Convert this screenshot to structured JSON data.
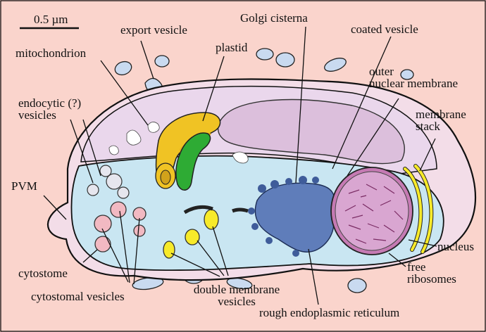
{
  "scale_bar": "0.5 µm",
  "labels": {
    "export_vesicle": "export vesicle",
    "golgi_cisterna": "Golgi cisterna",
    "coated_vesicle": "coated vesicle",
    "mitochondrion": "mitochondrion",
    "plastid": "plastid",
    "outer_nuclear_membrane": [
      "outer",
      "nuclear membrane"
    ],
    "endocytic_vesicles": [
      "endocytic (?)",
      "vesicles"
    ],
    "membrane_stack": [
      "membrane",
      "stack"
    ],
    "pvm": "PVM",
    "nucleus": "nucleus",
    "cytostome": "cytostome",
    "free_ribosomes": [
      "free",
      "ribosomes"
    ],
    "cytostomal_vesicles": "cytostomal vesicles",
    "double_membrane_vesicles": [
      "double membrane",
      "vesicles"
    ],
    "rough_er": "rough endoplasmic reticulum"
  },
  "colors": {
    "background": "#fad4cc",
    "vacuole": "#ead7ec",
    "cytoplasm": "#c9e6f2",
    "rough_er": "#5f7dba",
    "nucleus": "#d9a6d1",
    "plastid": "#f0c324",
    "mitochondrion": "#2eab34",
    "vesicle_pink": "#f2b9c2",
    "vesicle_yellow": "#f7ea2a"
  }
}
